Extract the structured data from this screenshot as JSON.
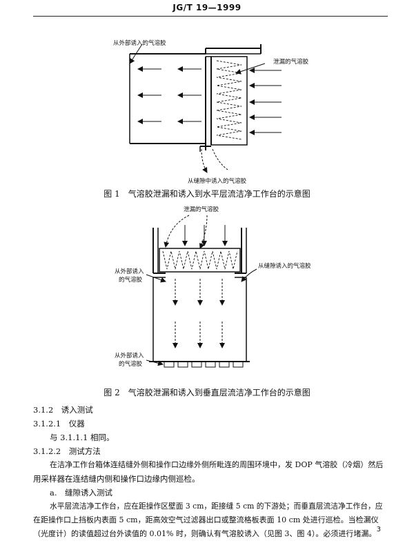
{
  "header": {
    "code": "JG/T 19—1999"
  },
  "figure1": {
    "label_outside": "从外部诱入的气溶胶",
    "label_leak": "泄漏的气溶胶",
    "label_gap": "从缝隙中诱入的气溶胶",
    "caption": "图 1　气溶胶泄漏和诱入到水平层流洁净工作台的示意图"
  },
  "figure2": {
    "label_leak": "泄漏的气溶胶",
    "label_gap": "从缝隙诱入的气溶胶",
    "label_outside_top_1": "从外部诱入",
    "label_outside_top_2": "的气溶胶",
    "label_outside_bottom_1": "从外部诱入",
    "label_outside_bottom_2": "的气溶胶",
    "caption": "图 2　气溶胶泄漏和诱入到垂直层流洁净工作台的示意图"
  },
  "section": {
    "h_3_1_2": "3.1.2　诱入测试",
    "h_3_1_2_1": "3.1.2.1　仪器",
    "p_3_1_2_1": "与 3.1.1.1 相同。",
    "h_3_1_2_2": "3.1.2.2　测试方法",
    "p_method_1": "在洁净工作台箱体连结缝外侧和操作口边缘外侧所毗连的周围环境中，发 DOP 气溶胶（冷烟）然后",
    "p_method_2": "用采样器在连结缝内侧和操作口边缘内侧巡检。",
    "item_a": "a.　缝隙诱入测试",
    "p_a_1": "水平层流洁净工作台，应在距操作区壁面 3 cm，距接缝 5 cm 的下游处；而垂直层流洁净工作台，应",
    "p_a_2": "在距操作口上挡板内表面 5 cm，距高效空气过滤器出口或整流格板表面 10 cm 处进行巡检。当检漏仪",
    "p_a_3": "（光度计）的读值超过台外读值的 0.01% 时，则确认有气溶胶诱入（见图 3、图 4）。必须进行堵漏。"
  },
  "page_number": "3"
}
